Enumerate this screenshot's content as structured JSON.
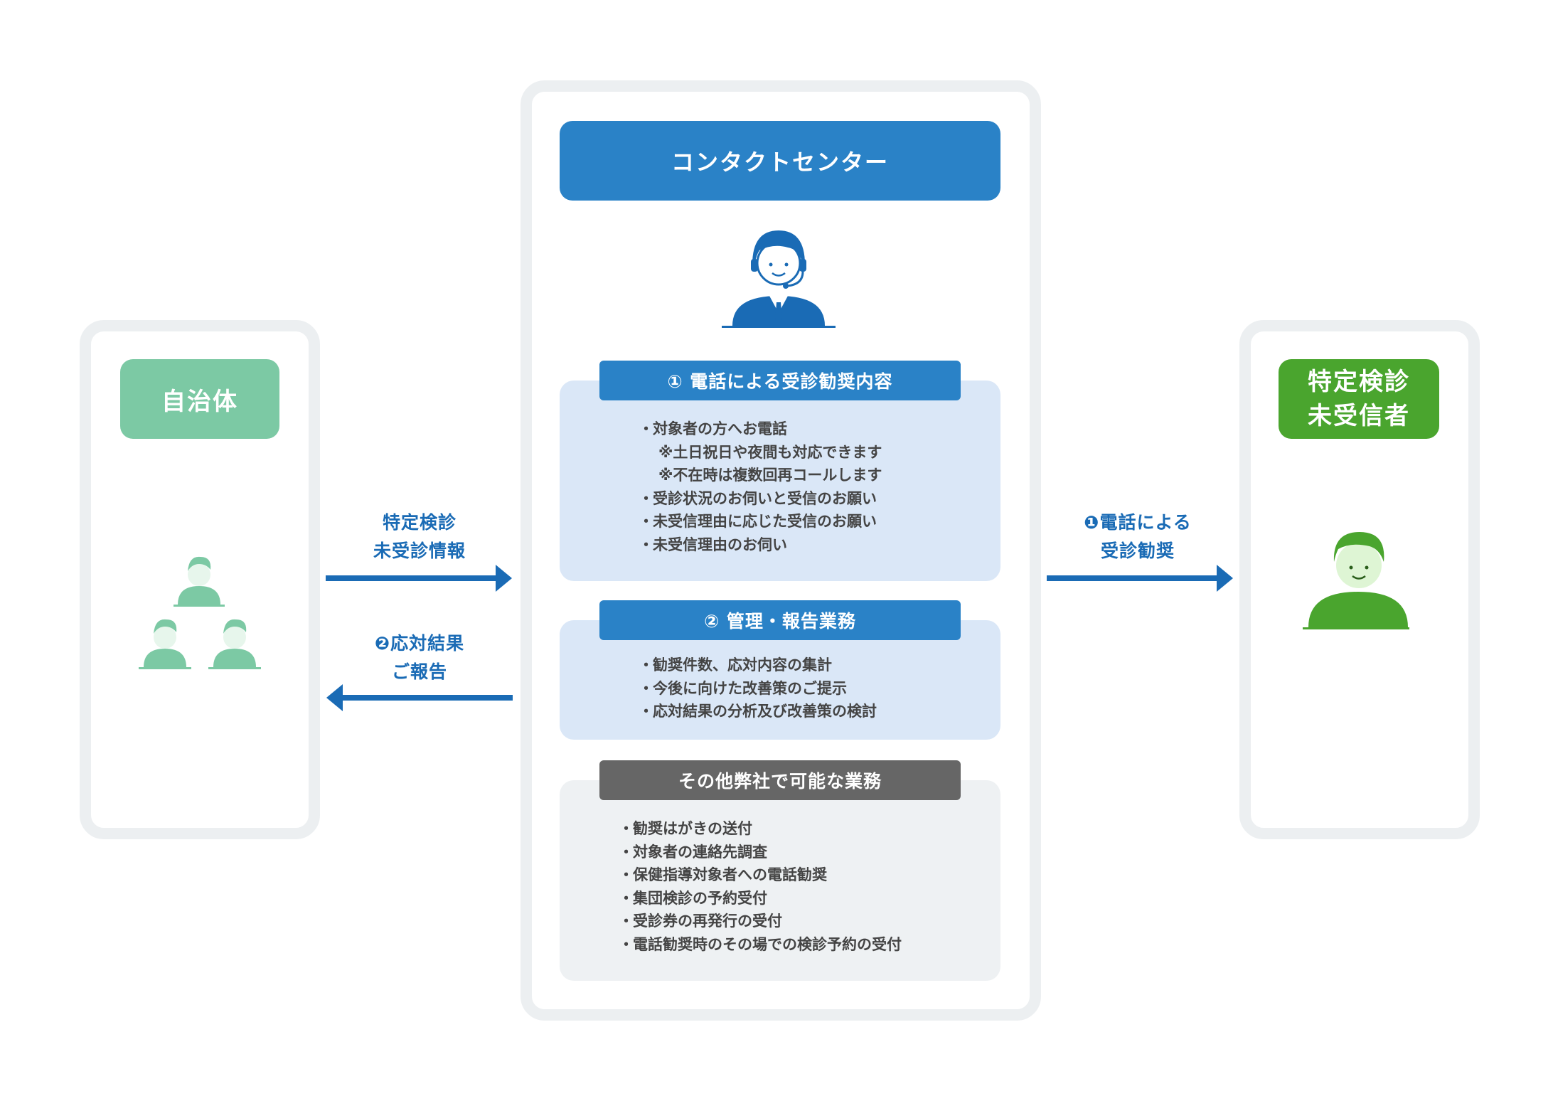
{
  "municipality": {
    "label": "自治体"
  },
  "contact_center": {
    "title": "コンタクトセンター"
  },
  "target_person": {
    "label_line1": "特定検診",
    "label_line2": "未受信者"
  },
  "flows": {
    "to_center": {
      "line1": "特定検診",
      "line2": "未受診情報"
    },
    "report_back": {
      "number": "❷",
      "line1": "応対結果",
      "line2": "ご報告"
    },
    "call_target": {
      "number": "❶",
      "line1": "電話による",
      "line2": "受診勧奨"
    }
  },
  "section1": {
    "title": "① 電話による受診勧奨内容",
    "items": [
      {
        "bullet": "・",
        "text": "対象者の方へお電話"
      },
      {
        "bullet": "",
        "text": "※土日祝日や夜間も対応できます"
      },
      {
        "bullet": "",
        "text": "※不在時は複数回再コールします"
      },
      {
        "bullet": "・",
        "text": "受診状況のお伺いと受信のお願い"
      },
      {
        "bullet": "・",
        "text": "未受信理由に応じた受信のお願い"
      },
      {
        "bullet": "・",
        "text": "未受信理由のお伺い"
      }
    ]
  },
  "section2": {
    "title": "② 管理・報告業務",
    "items": [
      {
        "bullet": "・",
        "text": "勧奨件数、応対内容の集計"
      },
      {
        "bullet": "・",
        "text": "今後に向けた改善策のご提示"
      },
      {
        "bullet": "・",
        "text": "応対結果の分析及び改善策の検討"
      }
    ]
  },
  "section3": {
    "title": "その他弊社で可能な業務",
    "items": [
      {
        "bullet": "・",
        "text": "勧奨はがきの送付"
      },
      {
        "bullet": "・",
        "text": "対象者の連絡先調査"
      },
      {
        "bullet": "・",
        "text": "保健指導対象者への電話勧奨"
      },
      {
        "bullet": "・",
        "text": "集団検診の予約受付"
      },
      {
        "bullet": "・",
        "text": "受診券の再発行の受付"
      },
      {
        "bullet": "・",
        "text": "電話勧奨時のその場での検診予約の受付"
      }
    ]
  },
  "colors": {
    "primary_blue": "#2a82c7",
    "arrow_blue": "#1a6bb5",
    "municipality_green": "#7cc9a4",
    "target_green": "#4aa52e",
    "panel_blue": "#dae7f7",
    "panel_gray": "#eef1f3",
    "frame_gray": "#eceff1"
  },
  "icons": {
    "municipality": "group-people-icon",
    "operator": "headset-operator-icon",
    "target": "person-icon"
  }
}
